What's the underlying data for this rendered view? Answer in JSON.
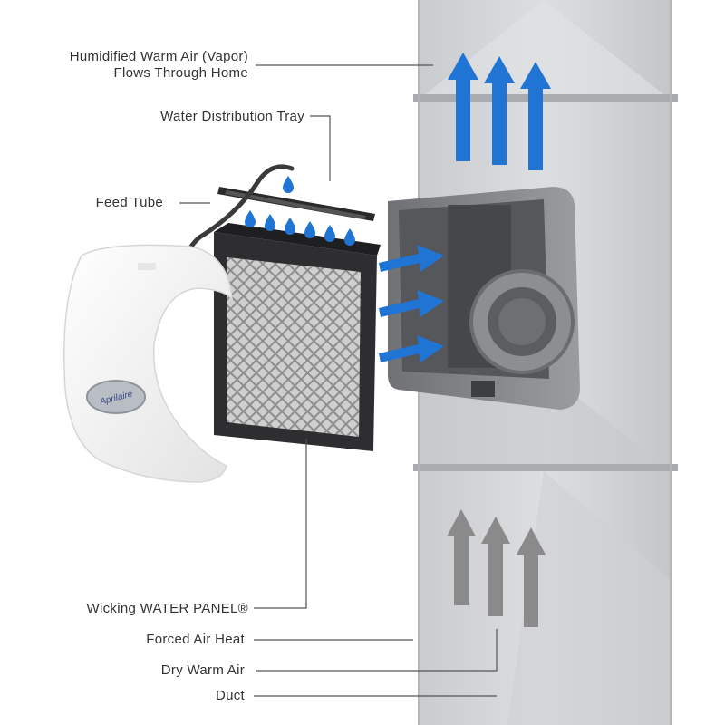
{
  "labels": {
    "humidified_line1": "Humidified Warm Air (Vapor)",
    "humidified_line2": "Flows Through Home",
    "water_tray": "Water Distribution Tray",
    "feed_tube": "Feed Tube",
    "water_panel": "Wicking WATER PANEL®",
    "forced_air": "Forced Air Heat",
    "dry_air": "Dry Warm Air",
    "duct": "Duct"
  },
  "logo_text": "Aprilaire",
  "colors": {
    "accent_blue": "#1f74d4",
    "gray_arrow": "#8a8a8a",
    "duct": "#d3d5d8",
    "housing": "#7f8185",
    "panel_frame": "#2e2e30",
    "cover": "#f4f4f4",
    "leader_line": "#555555"
  }
}
